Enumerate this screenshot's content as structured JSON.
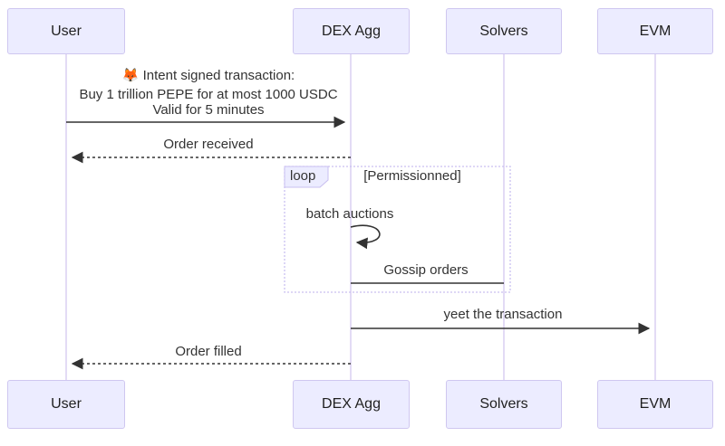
{
  "theme": {
    "actor-fill": "#ECECFF",
    "actor-border": "#CFC7F0",
    "lifeline": "#DACFF2",
    "loop-border": "#C9BFF0",
    "loop-label-fill": "#ECECFF",
    "text": "#333333",
    "arrow": "#333333"
  },
  "diagram": {
    "type": "sequence",
    "actors": [
      {
        "name": "User"
      },
      {
        "name": "DEX Agg"
      },
      {
        "name": "Solvers"
      },
      {
        "name": "EVM"
      }
    ],
    "messages": [
      {
        "from": "User",
        "to": "DEX Agg",
        "style": "solid-arrow",
        "lines": [
          "🦊 Intent signed transaction:",
          "Buy 1 trillion PEPE for at most 1000 USDC",
          "Valid for 5 minutes"
        ]
      },
      {
        "from": "DEX Agg",
        "to": "User",
        "style": "dashed-arrow",
        "lines": [
          "Order received"
        ]
      },
      {
        "from": "DEX Agg",
        "to": "DEX Agg",
        "style": "self-loop",
        "lines": [
          "batch auctions"
        ]
      },
      {
        "from": "Solvers",
        "to": "DEX Agg",
        "style": "solid-open",
        "lines": [
          "Gossip orders"
        ]
      },
      {
        "from": "DEX Agg",
        "to": "EVM",
        "style": "solid-arrow",
        "lines": [
          "yeet the transaction"
        ]
      },
      {
        "from": "DEX Agg",
        "to": "User",
        "style": "dashed-arrow",
        "lines": [
          "Order filled"
        ]
      }
    ],
    "loop_frame": {
      "label": "loop",
      "condition": "[Permissionned]"
    }
  }
}
